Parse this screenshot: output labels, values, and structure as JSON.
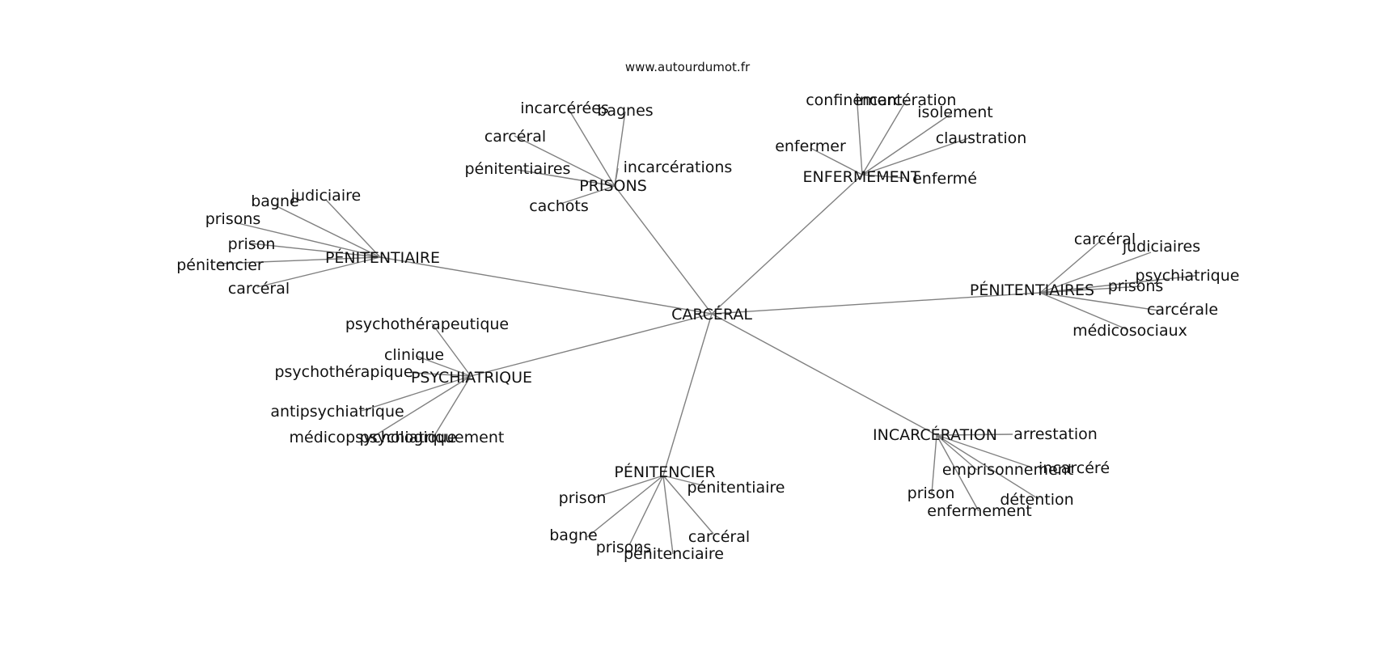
{
  "site": "www.autourdumot.fr",
  "style": {
    "edge_color": "#808080",
    "text_color": "#111111",
    "background": "#ffffff"
  },
  "graph": {
    "center": "CARCÉRAL",
    "hubs": [
      {
        "id": "penitentiaire",
        "label": "PÉNITENTIAIRE",
        "leaves": [
          "judiciaire",
          "bagne",
          "prisons",
          "prison",
          "pénitencier",
          "carcéral"
        ]
      },
      {
        "id": "prisons",
        "label": "PRISONS",
        "leaves": [
          "incarcérées",
          "bagnes",
          "carcéral",
          "pénitentiaires",
          "incarcérations",
          "cachots"
        ]
      },
      {
        "id": "enfermement",
        "label": "ENFERMEMENT",
        "leaves": [
          "confinement",
          "incarcération",
          "isolement",
          "claustration",
          "enfermer",
          "enfermé"
        ]
      },
      {
        "id": "penitentiaires",
        "label": "PÉNITENTIAIRES",
        "leaves": [
          "carcéral",
          "judiciaires",
          "psychiatrique",
          "prisons",
          "carcérale",
          "médicosociaux"
        ]
      },
      {
        "id": "psychiatrique",
        "label": "PSYCHIATRIQUE",
        "leaves": [
          "psychothérapeutique",
          "clinique",
          "psychothérapique",
          "antipsychiatrique",
          "médicopsychologique",
          "psychiatriquement"
        ]
      },
      {
        "id": "penitencier",
        "label": "PÉNITENCIER",
        "leaves": [
          "pénitentiaire",
          "prison",
          "bagne",
          "prisons",
          "pénitenciaire",
          "carcéral"
        ]
      },
      {
        "id": "incarceration",
        "label": "INCARCÉRATION",
        "leaves": [
          "arrestation",
          "emprisonnement",
          "incarcéré",
          "prison",
          "enfermement",
          "détention"
        ]
      }
    ]
  }
}
